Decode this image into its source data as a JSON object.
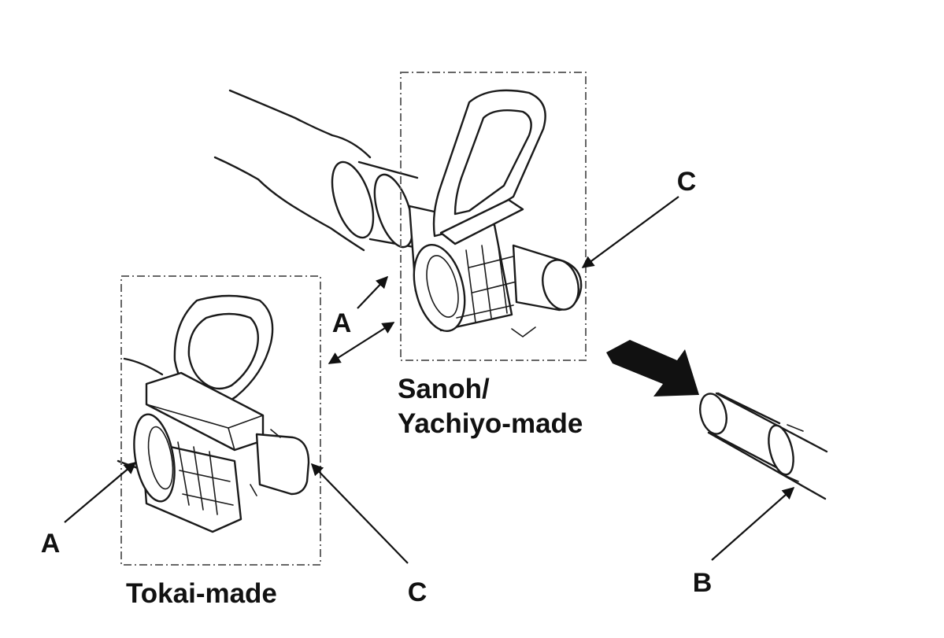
{
  "labels": {
    "callout_a_upper": "A",
    "callout_a_lower": "A",
    "callout_b": "B",
    "callout_c_upper": "C",
    "callout_c_lower": "C"
  },
  "captions": {
    "sanoh_line1": "Sanoh/",
    "sanoh_line2": "Yachiyo-made",
    "tokai": "Tokai-made"
  },
  "colors": {
    "ink": "#1a1a1a",
    "frame": "#666666",
    "background": "#ffffff"
  }
}
